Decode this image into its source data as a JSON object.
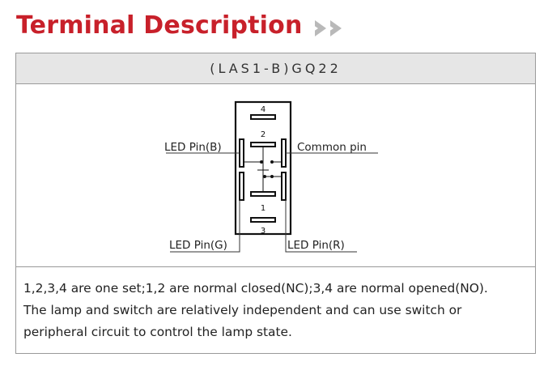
{
  "title": "Terminal Description",
  "model": "(LAS1-B)GQ22",
  "diagram": {
    "pin_numbers": [
      "4",
      "2",
      "1",
      "3"
    ],
    "labels": {
      "led_b": "LED Pin(B)",
      "common": "Common pin",
      "led_g": "LED Pin(G)",
      "led_r": "LED Pin(R)"
    }
  },
  "description": [
    "1,2,3,4 are one set;1,2 are normal closed(NC);3,4 are normal opened(NO).",
    "The lamp and switch are relatively independent and can use switch or",
    "peripheral circuit to control the lamp state."
  ],
  "colors": {
    "title": "#c8202a",
    "header_bg": "#e6e6e6",
    "border": "#9a9a9a"
  }
}
